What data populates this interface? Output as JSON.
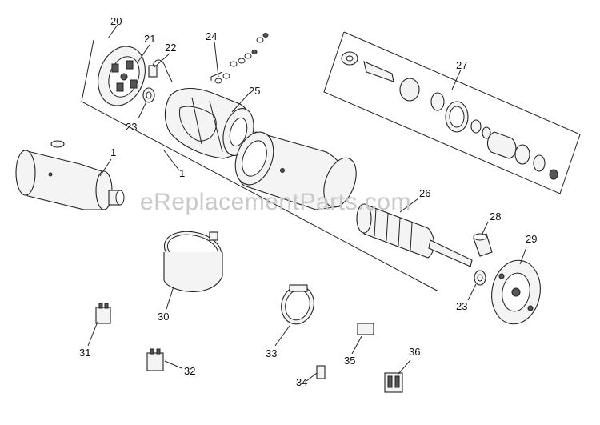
{
  "watermark": "eReplacementParts.com",
  "callouts": {
    "c20": "20",
    "c21": "21",
    "c22": "22",
    "c23a": "23",
    "c24": "24",
    "c25": "25",
    "c27": "27",
    "c1a": "1",
    "c1b": "1",
    "c26": "26",
    "c28": "28",
    "c29": "29",
    "c23b": "23",
    "c30": "30",
    "c31": "31",
    "c32": "32",
    "c33": "33",
    "c34": "34",
    "c35": "35",
    "c36": "36"
  }
}
